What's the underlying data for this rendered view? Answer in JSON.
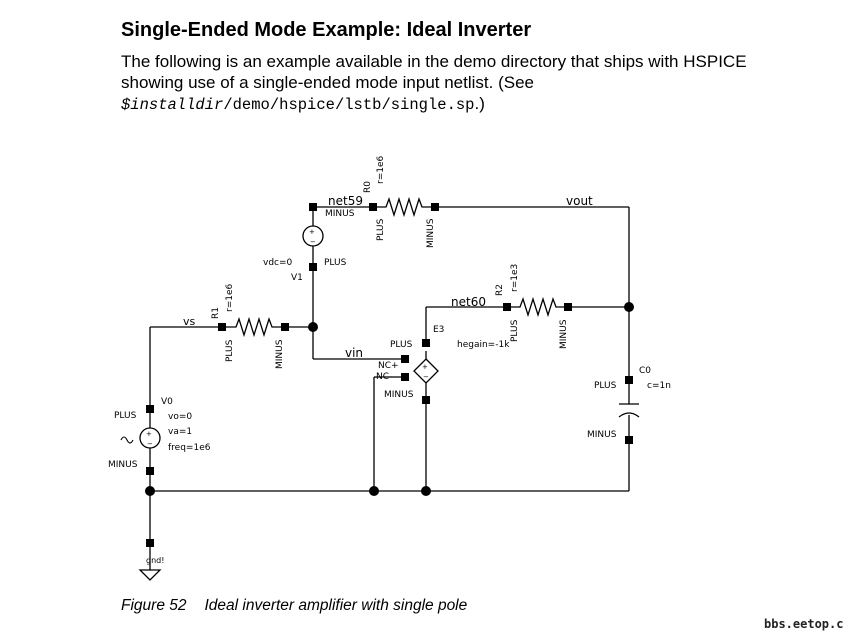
{
  "section": {
    "title": "Single-Ended Mode Example: Ideal Inverter",
    "intro_text": "The following is an example available in the demo directory that ships with HSPICE showing use of a single-ended mode input netlist. (See ",
    "path_var": "$installdir",
    "path_rest": "/demo/hspice/lstb/single.sp",
    "intro_end": ".)"
  },
  "schematic": {
    "nets": {
      "net59": "net59",
      "vout": "vout",
      "vs": "vs",
      "net60": "net60",
      "vin": "vin",
      "gnd": "gnd!"
    },
    "R0": {
      "name": "R0",
      "value": "r=1e6",
      "plus": "PLUS",
      "minus": "MINUS"
    },
    "V1": {
      "name": "V1",
      "value": "vdc=0",
      "plus": "PLUS",
      "minus": "MINUS"
    },
    "R1": {
      "name": "R1",
      "value": "r=1e6",
      "plus": "PLUS",
      "minus": "MINUS"
    },
    "R2": {
      "name": "R2",
      "value": "r=1e3",
      "plus": "PLUS",
      "minus": "MINUS"
    },
    "E3": {
      "name": "E3",
      "value": "hegain=-1k",
      "plus": "PLUS",
      "minus": "MINUS",
      "ncp": "NC+",
      "ncm": "NC-"
    },
    "V0": {
      "name": "V0",
      "plus": "PLUS",
      "minus": "MINUS",
      "params": [
        "vo=0",
        "va=1",
        "freq=1e6"
      ]
    },
    "C0": {
      "name": "C0",
      "value": "c=1n",
      "plus": "PLUS",
      "minus": "MINUS"
    }
  },
  "figure": {
    "label": "Figure 52",
    "caption": "Ideal inverter amplifier with single pole"
  },
  "watermark": "bbs.eetop.cn"
}
